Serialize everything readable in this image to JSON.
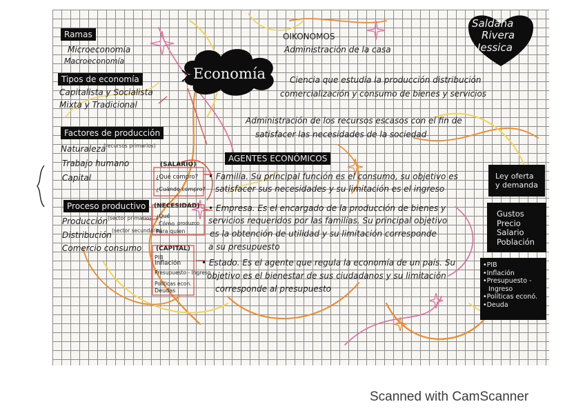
{
  "left": {
    "ramas": {
      "title": "Ramas",
      "items": [
        "Microeconomía",
        "Macroeconomía"
      ]
    },
    "tipos": {
      "title": "Tipos de economía",
      "lines": [
        "Capitalista y Socialista",
        "Mixta y Tradicional"
      ]
    },
    "factores": {
      "title": "Factores de producción",
      "naturaleza": "Naturaleza",
      "naturaleza_note": "(recursos primarios)",
      "trabajo": "Trabajo humano",
      "capital": "Capital"
    },
    "proceso": {
      "title": "Proceso productivo",
      "produccion": "Producción",
      "produccion_note": "(sector primario)",
      "distribucion": "Distribución",
      "distribucion_note": "(sector secundario)",
      "comercio": "Comercio consumo"
    }
  },
  "middle": {
    "salario_label": "(SALARIO)",
    "q1": "¿Qué compro?",
    "q2": "¿Cuándo compro?",
    "necesidad_label": "(NECESIDAD)",
    "q3a": "¿Qué",
    "q3b": "Cómo",
    "q3c": "Para quien",
    "q3d": "produzco",
    "capital_label": "(CAPITAL)",
    "cap_items": [
      "PIB",
      "Inflación",
      "Presupuesto - Ingreso",
      "Políticas econ.",
      "Deudas"
    ]
  },
  "title": {
    "word": "Economía"
  },
  "definition": {
    "greek": "OIKONOMOS",
    "greek_meaning": "Administración de la casa",
    "line1": "Ciencia que estudia la producción distribución",
    "line2": "comercialización y consumo de bienes y servicios",
    "line3": "Administración de los recursos escasos con el fin de",
    "line4": "satisfacer las necesidades de la sociedad"
  },
  "agentes": {
    "title": "AGENTES ECONÓMICOS",
    "familia": [
      "• Familia. Su principal función es el consumo, su objetivo es",
      "satisfacer sus necesidades y su limitación es el ingreso"
    ],
    "empresa": [
      "• Empresa. Es el encargado de la producción de bienes y",
      "servicios requeridos por las familias. Su principal objetivo",
      "es la obtención de utilidad y su limitación corresponde",
      "a su presupuesto"
    ],
    "estado": [
      "• Estado. Es el agente que regula la economía de un país. Su",
      "objetivo es el bienestar de sus ciudadanos y su limitación",
      "corresponde al presupuesto"
    ]
  },
  "right": {
    "box1": [
      "Ley oferta",
      "y demanda"
    ],
    "box2": [
      "Gustos",
      "Precio",
      "Salario",
      "Población"
    ],
    "box3": [
      "•PIB",
      "•Inflación",
      "•Presupuesto -",
      "Ingreso",
      "•Políticas econó.",
      "•Deuda"
    ]
  },
  "author": {
    "lines": [
      "Saldaña",
      "Rivera",
      "Jessica"
    ]
  },
  "footer": {
    "scanner": "Scanned with CamScanner"
  },
  "colors": {
    "ink": "#1b1b1b",
    "highlight_orange": "#f0882c",
    "highlight_yellow": "#f3d25a",
    "highlight_pink": "#e46a9a",
    "highlight_red": "#e1453a",
    "label_bg": "#0e0e0e"
  }
}
